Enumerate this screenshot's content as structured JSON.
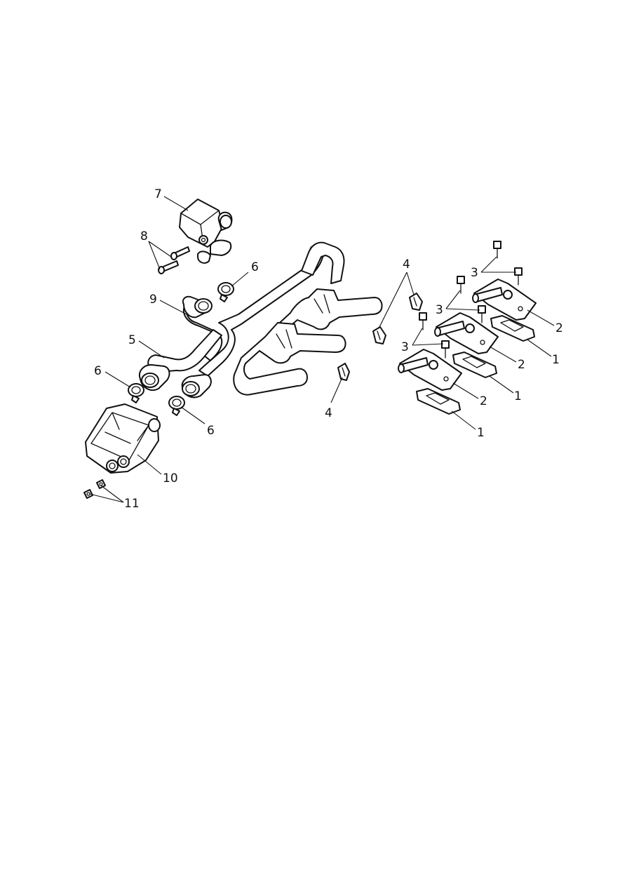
{
  "callouts": {
    "c1a": "1",
    "c1b": "1",
    "c1c": "1",
    "c2a": "2",
    "c2b": "2",
    "c2c": "2",
    "c3a": "3",
    "c3b": "3",
    "c3c": "3",
    "c4a": "4",
    "c4b": "4",
    "c5": "5",
    "c6a": "6",
    "c6b": "6",
    "c6c": "6",
    "c7": "7",
    "c8": "8",
    "c9": "9",
    "c10": "10",
    "c11": "11"
  }
}
